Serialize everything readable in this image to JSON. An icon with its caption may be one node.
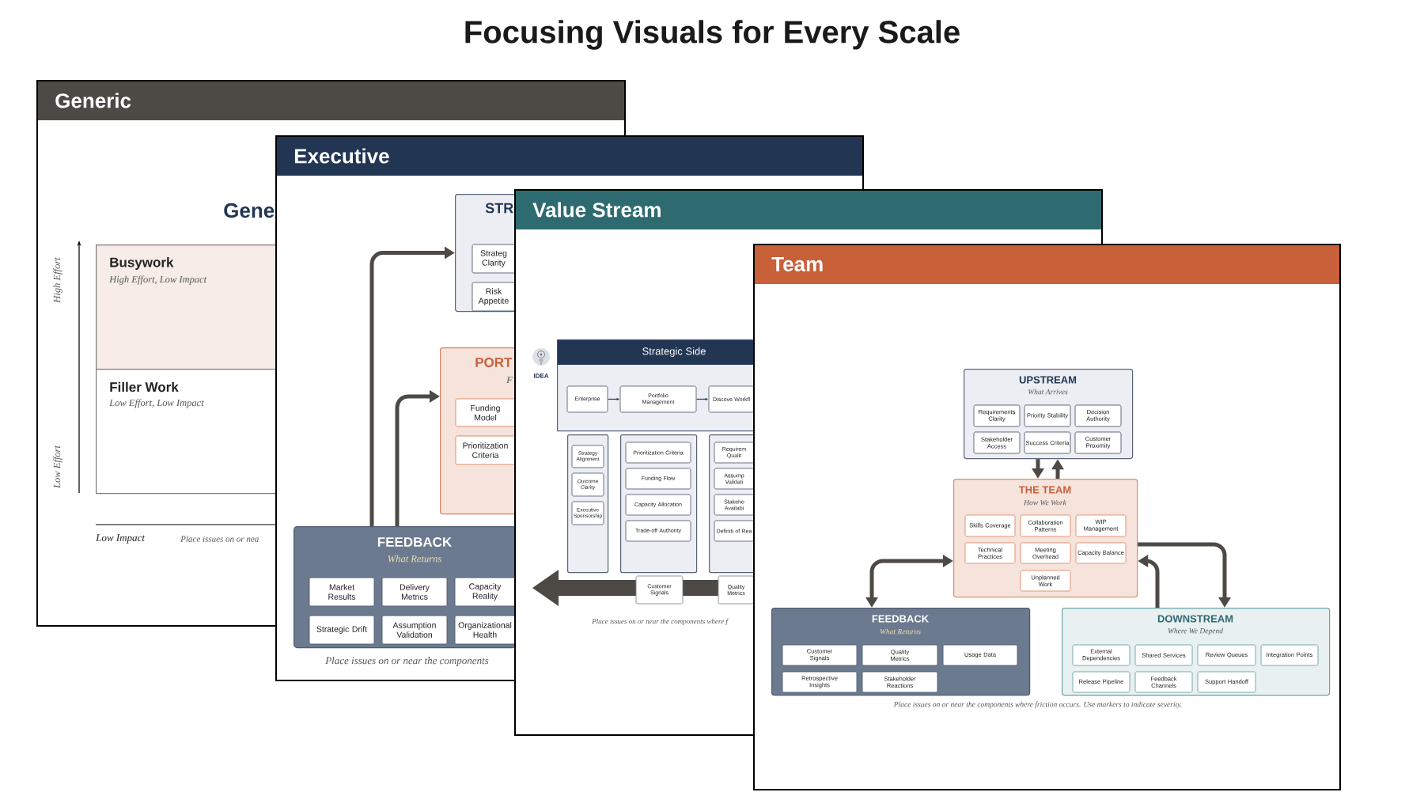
{
  "diagram": {
    "title": "Focusing Visuals for Every Scale",
    "nodes": [
      {
        "text": [
          "Busywork",
          "High Effort, Low Impact"
        ]
      },
      {
        "text": [
          "Filler Work",
          "Low Effort, Low Impact"
        ]
      },
      {
        "text": [
          "STR"
        ]
      },
      {
        "text": [
          "Strateg Clarity"
        ],
        "in": 2
      },
      {
        "text": [
          "Risk Appetite"
        ],
        "in": 2
      },
      {
        "text": [
          "PORT",
          "F"
        ]
      },
      {
        "text": [
          "Funding Model"
        ],
        "in": 5
      },
      {
        "text": [
          "Prioritization Criteria"
        ],
        "in": 5
      },
      {
        "text": [
          "FEEDBACK",
          "What Returns"
        ]
      },
      {
        "text": [
          "Market Results"
        ],
        "in": 8
      },
      {
        "text": [
          "Delivery Metrics"
        ],
        "in": 8
      },
      {
        "text": [
          "Capacity Reality"
        ],
        "in": 8
      },
      {
        "text": [
          "Strategic Drift"
        ],
        "in": 8
      },
      {
        "text": [
          "Assumption Validation"
        ],
        "in": 8
      },
      {
        "text": [
          "Organizational Health"
        ],
        "in": 8
      },
      {
        "text": [
          "Strategic Side"
        ]
      },
      {
        "text": [
          "Enterprise"
        ],
        "in": 15
      },
      {
        "text": [
          "Portfolio Management"
        ],
        "in": 15
      },
      {
        "text": [
          "Discove Workfl"
        ],
        "in": 15
      },
      {
        "text": [],
        "shape": "box"
      },
      {
        "text": [
          "Strategy Alignment"
        ],
        "in": 19
      },
      {
        "text": [
          "Outcome Clarity"
        ],
        "in": 19
      },
      {
        "text": [
          "Executive Sponsorship"
        ],
        "in": 19
      },
      {
        "text": [],
        "shape": "box"
      },
      {
        "text": [
          "Prioritization Criteria"
        ],
        "in": 23
      },
      {
        "text": [
          "Funding Flow"
        ],
        "in": 23
      },
      {
        "text": [
          "Capacity Allocation"
        ],
        "in": 23
      },
      {
        "text": [
          "Trade-off Authority"
        ],
        "in": 23
      },
      {
        "text": [],
        "shape": "box"
      },
      {
        "text": [
          "Requirem Qualit"
        ],
        "in": 28
      },
      {
        "text": [
          "Assump Validati"
        ],
        "in": 28
      },
      {
        "text": [
          "Stakeho Availabi"
        ],
        "in": 28
      },
      {
        "text": [
          "Definiti of Rea"
        ],
        "in": 28
      },
      {
        "text": [
          "Customer Signals"
        ]
      },
      {
        "text": [
          "Quality Metrics"
        ]
      },
      {
        "text": [
          "UPSTREAM",
          "What Arrives"
        ]
      },
      {
        "text": [
          "Requirements Clarity"
        ],
        "in": 35
      },
      {
        "text": [
          "Priority Stability"
        ],
        "in": 35
      },
      {
        "text": [
          "Decision Authority"
        ],
        "in": 35
      },
      {
        "text": [
          "Stakeholder Access"
        ],
        "in": 35
      },
      {
        "text": [
          "Success Criteria"
        ],
        "in": 35
      },
      {
        "text": [
          "Customer Proximity"
        ],
        "in": 35
      },
      {
        "text": [
          "THE TEAM",
          "How We Work"
        ]
      },
      {
        "text": [
          "Skills Coverage"
        ],
        "in": 42
      },
      {
        "text": [
          "Collaboration Patterns"
        ],
        "in": 42
      },
      {
        "text": [
          "WIP Management"
        ],
        "in": 42
      },
      {
        "text": [
          "Technical Practices"
        ],
        "in": 42
      },
      {
        "text": [
          "Meeting Overhead"
        ],
        "in": 42
      },
      {
        "text": [
          "Capacity Balance"
        ],
        "in": 42
      },
      {
        "text": [
          "Unplanned Work"
        ],
        "in": 42
      },
      {
        "text": [
          "FEEDBACK",
          "What Returns"
        ]
      },
      {
        "text": [
          "Customer Signals"
        ],
        "in": 50
      },
      {
        "text": [
          "Quality Metrics"
        ],
        "in": 50
      },
      {
        "text": [
          "Usage Data"
        ],
        "in": 50
      },
      {
        "text": [
          "Retrospective Insights"
        ],
        "in": 50
      },
      {
        "text": [
          "Stakeholder Reactions"
        ],
        "in": 50
      },
      {
        "text": [
          "DOWNSTREAM",
          "Where We Depend"
        ]
      },
      {
        "text": [
          "External Dependencies"
        ],
        "in": 56
      },
      {
        "text": [
          "Shared Services"
        ],
        "in": 56
      },
      {
        "text": [
          "Review Queues"
        ],
        "in": 56
      },
      {
        "text": [
          "Integration Points"
        ],
        "in": 56
      },
      {
        "text": [
          "Release Pipeline"
        ],
        "in": 56
      },
      {
        "text": [
          "Feedback Channels"
        ],
        "in": 56
      },
      {
        "text": [
          "Support Handoff"
        ],
        "in": 56
      }
    ],
    "edges": [
      {
        "from": 8,
        "to": 2,
        "arrow": "to"
      },
      {
        "from": 8,
        "to": 5,
        "arrow": "to"
      },
      {
        "from": 16,
        "to": 17,
        "arrow": "to",
        "color": "#223654"
      },
      {
        "from": 17,
        "to": 18,
        "arrow": "to",
        "color": "#223654"
      },
      {
        "from": 35,
        "to": 42,
        "arrow": "to"
      },
      {
        "from": 42,
        "to": 35,
        "arrow": "to"
      },
      {
        "from": 50,
        "to": 42,
        "arrow": "both"
      },
      {
        "from": 42,
        "to": 56,
        "arrow": "to"
      },
      {
        "from": 56,
        "to": 42,
        "arrow": "to"
      }
    ],
    "labels": [
      "Generic",
      "Gene",
      "High Effort",
      "Low Effort",
      "Low Impact",
      "Place issues on or nea",
      "Executive",
      "Place issues on or near the components",
      "Value Stream",
      "IDEA",
      "Place issues on or near the components where f",
      "Team",
      "Place issues on or near the components where friction occurs. Use markers to indicate severity."
    ]
  }
}
